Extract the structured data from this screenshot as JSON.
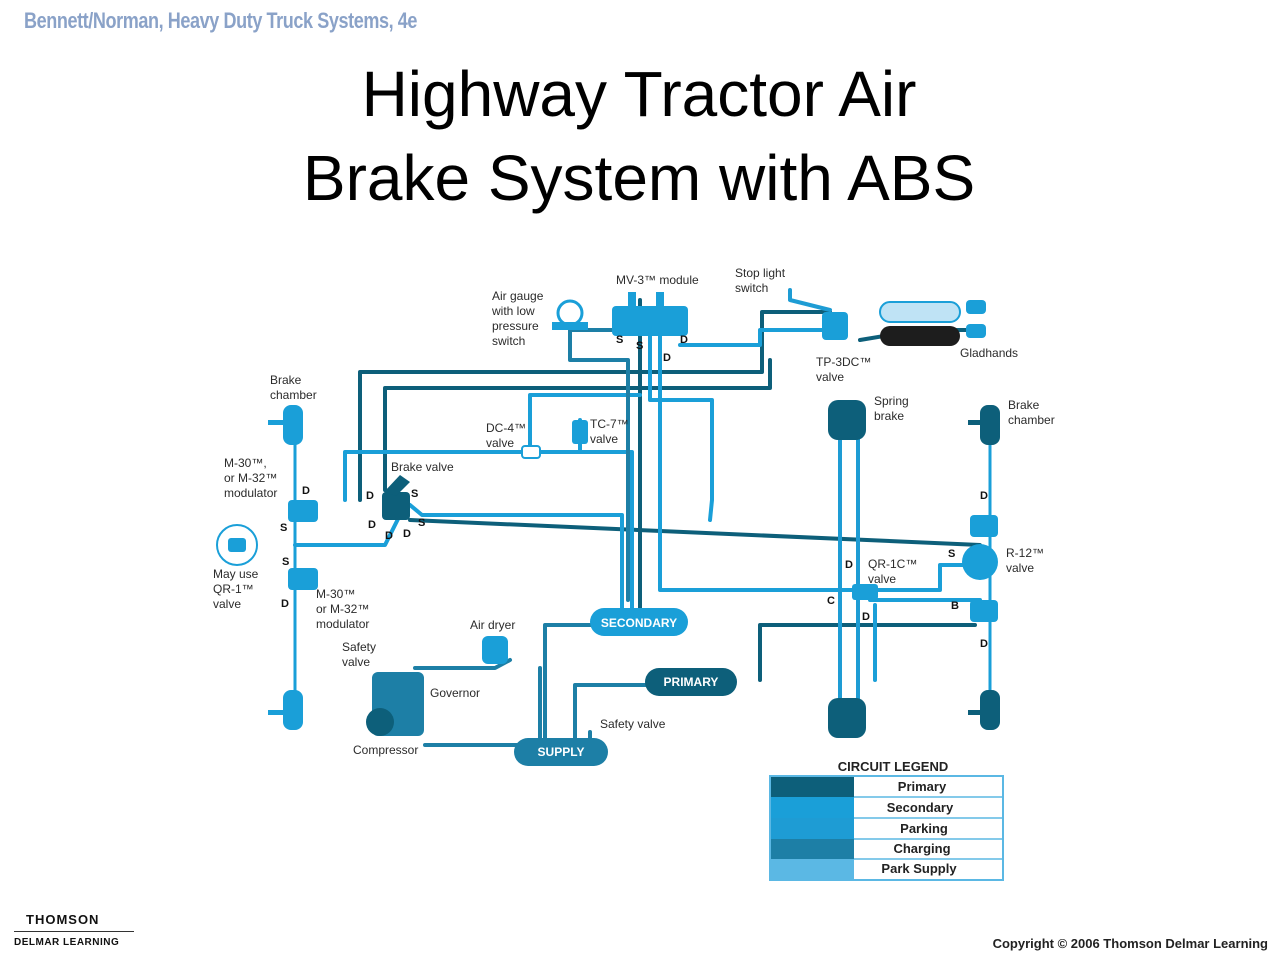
{
  "header": {
    "credit": "Bennett/Norman, Heavy Duty Truck Systems, 4e"
  },
  "title": {
    "line1": "Highway Tractor Air",
    "line2": "Brake System with ABS"
  },
  "colors": {
    "primary": "#0d5f7a",
    "secondary": "#1a9fd8",
    "parking": "#1e9cd4",
    "charging": "#1d7fa6",
    "park_supply": "#5bb8e4"
  },
  "labels": {
    "mv3": "MV-3™ module",
    "stop_light_1": "Stop light",
    "stop_light_2": "switch",
    "air_gauge_1": "Air gauge",
    "air_gauge_2": "with low",
    "air_gauge_3": "pressure",
    "air_gauge_4": "switch",
    "gladhands": "Gladhands",
    "tp3dc_1": "TP-3DC™",
    "tp3dc_2": "valve",
    "brake_chamber_l_1": "Brake",
    "brake_chamber_l_2": "chamber",
    "dc4_1": "DC-4™",
    "dc4_2": "valve",
    "tc7_1": "TC-7™",
    "tc7_2": "valve",
    "spring_brake_1": "Spring",
    "spring_brake_2": "brake",
    "brake_chamber_r_1": "Brake",
    "brake_chamber_r_2": "chamber",
    "brake_valve": "Brake valve",
    "m30_top_1": "M-30™,",
    "m30_top_2": "or M-32™",
    "m30_top_3": "modulator",
    "may_use_1": "May use",
    "may_use_2": "QR-1™",
    "may_use_3": "valve",
    "m30_bot_1": "M-30™",
    "m30_bot_2": "or M-32™",
    "m30_bot_3": "modulator",
    "qr1c_1": "QR-1C™",
    "qr1c_2": "valve",
    "r12_1": "R-12™",
    "r12_2": "valve",
    "air_dryer": "Air dryer",
    "safety_valve_1": "Safety",
    "safety_valve_2": "valve",
    "governor": "Governor",
    "compressor": "Compressor",
    "safety_valve_b": "Safety valve"
  },
  "tanks": {
    "secondary": "SECONDARY",
    "primary": "PRIMARY",
    "supply": "SUPPLY"
  },
  "ports": {
    "s": "S",
    "d": "D",
    "c": "C",
    "b": "B"
  },
  "legend": {
    "title": "CIRCUIT LEGEND",
    "items": [
      "Primary",
      "Secondary",
      "Parking",
      "Charging",
      "Park Supply"
    ]
  },
  "footer": {
    "logo_top": "THOMSON",
    "logo_bottom": "DELMAR LEARNING",
    "copyright": "Copyright © 2006 Thomson Delmar Learning"
  }
}
